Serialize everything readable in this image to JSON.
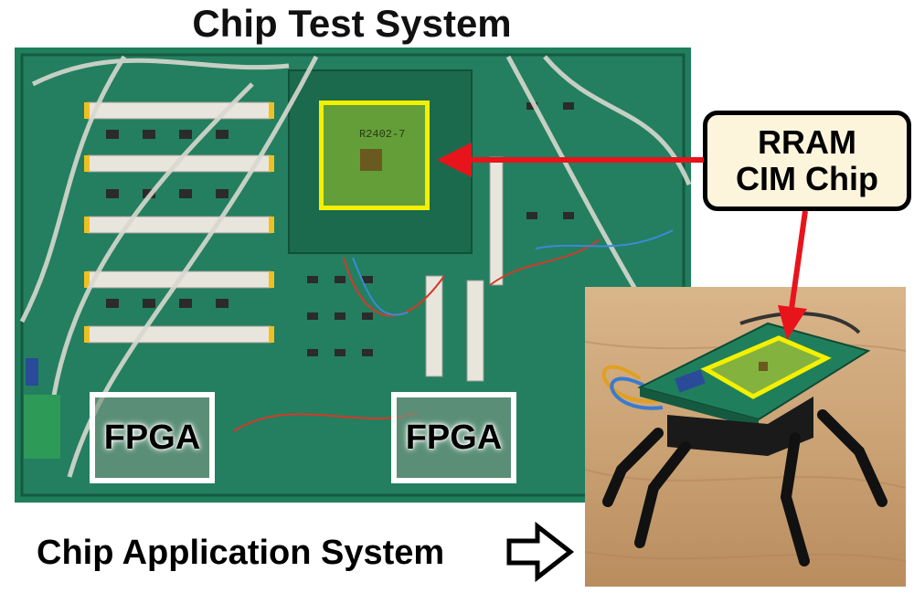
{
  "title": "Chip Test System",
  "callout": {
    "line1": "RRAM",
    "line2": "CIM Chip"
  },
  "chip_marking": "R2402-7",
  "fpga_labels": [
    "FPGA",
    "FPGA"
  ],
  "bottom_label": "Chip Application System",
  "colors": {
    "arrow": "#e8141c",
    "highlight": "#f5f000",
    "board": "#1f7f5c",
    "callout_fill": "#fdf4dc",
    "wood": "#c9a173"
  },
  "icons": [
    "right-hollow-arrow-icon"
  ]
}
